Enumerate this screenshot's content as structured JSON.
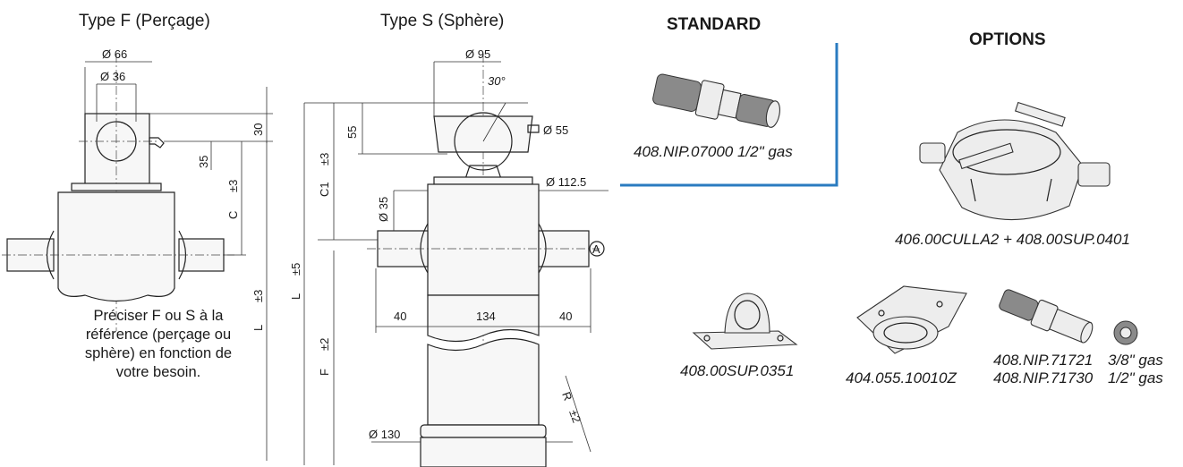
{
  "type_f": {
    "title": "Type F (Perçage)",
    "note": "Préciser F ou S à la référence (perçage ou sphère) en fonction de votre besoin.",
    "dims": {
      "d66": "Ø 66",
      "d36": "Ø 36",
      "h30": "30",
      "h35": "35",
      "c": "C",
      "c_tol": "±3",
      "l": "L",
      "l_tol": "±3"
    }
  },
  "type_s": {
    "title": "Type S (Sphère)",
    "dims": {
      "d95": "Ø 95",
      "angle": "30°",
      "d55": "Ø 55",
      "h55": "55",
      "c1": "C1",
      "c1_tol": "±3",
      "d112": "Ø 112.5",
      "d35": "Ø 35",
      "l": "L",
      "l_tol": "±5",
      "f": "F",
      "f_tol": "±2",
      "w40a": "40",
      "w134": "134",
      "w40b": "40",
      "r": "R",
      "r_tol": "±2",
      "d130": "Ø 130",
      "callout_a": "A"
    }
  },
  "standard": {
    "heading": "STANDARD",
    "ref": "408.NIP.07000 1/2\" gas"
  },
  "options": {
    "heading": "OPTIONS",
    "cradle_ref": "406.00CULLA2 + 408.00SUP.0401",
    "support_ref": "408.00SUP.0351",
    "flange_ref": "404.055.10010Z",
    "nipple_refs": [
      "408.NIP.71721",
      "408.NIP.71730"
    ],
    "nipple_sizes": [
      "3/8\" gas",
      "1/2\" gas"
    ]
  },
  "colors": {
    "accent_line": "#2a7bc0"
  }
}
